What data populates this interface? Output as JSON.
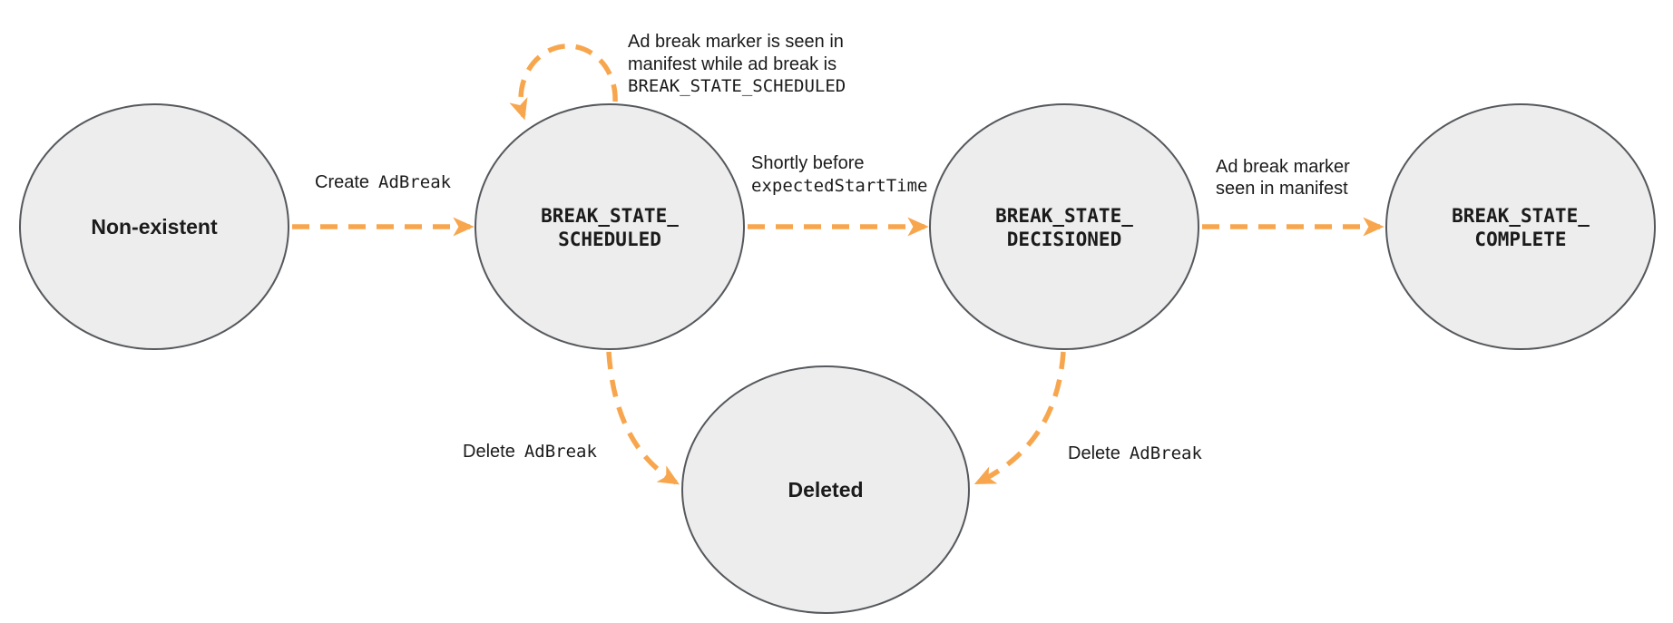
{
  "diagram": {
    "type": "state-diagram",
    "colors": {
      "arrow": "#F8A64D",
      "node_fill": "#EDEDED",
      "node_stroke": "#55585C",
      "text": "#1B1B1B"
    },
    "nodes": {
      "non_existent": {
        "label": "Non-existent"
      },
      "scheduled": {
        "line1": "BREAK_STATE_",
        "line2": "SCHEDULED"
      },
      "decisioned": {
        "line1": "BREAK_STATE_",
        "line2": "DECISIONED"
      },
      "complete": {
        "line1": "BREAK_STATE_",
        "line2": "COMPLETE"
      },
      "deleted": {
        "label": "Deleted"
      }
    },
    "edges": {
      "create": {
        "plain": "Create",
        "code": "AdBreak"
      },
      "self_loop": {
        "line1": "Ad break marker is seen in",
        "line2": "manifest while ad break is",
        "code": "BREAK_STATE_SCHEDULED"
      },
      "decision": {
        "plain": "Shortly before",
        "code": "expectedStartTime"
      },
      "to_complete": {
        "line1": "Ad break marker",
        "line2": "seen in manifest"
      },
      "delete_left": {
        "plain": "Delete",
        "code": "AdBreak"
      },
      "delete_right": {
        "plain": "Delete",
        "code": "AdBreak"
      }
    }
  }
}
